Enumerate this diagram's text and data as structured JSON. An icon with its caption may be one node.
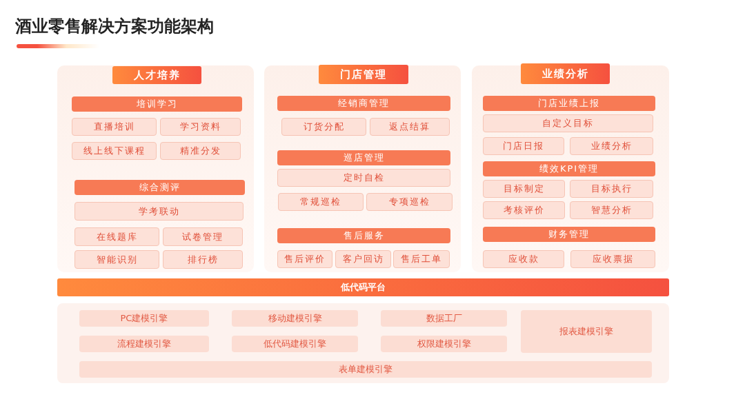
{
  "diagram": {
    "title": "酒业零售解决方案功能架构",
    "nodes": [
      {
        "text": [
          "人才培养"
        ]
      },
      {
        "text": [
          "培训学习"
        ],
        "in": 0
      },
      {
        "text": [
          "直播培训"
        ],
        "in": 0
      },
      {
        "text": [
          "学习资料"
        ],
        "in": 0
      },
      {
        "text": [
          "线上线下课程"
        ],
        "in": 0
      },
      {
        "text": [
          "精准分发"
        ],
        "in": 0
      },
      {
        "text": [
          "综合测评"
        ],
        "in": 0
      },
      {
        "text": [
          "学考联动"
        ],
        "in": 0
      },
      {
        "text": [
          "在线题库"
        ],
        "in": 0
      },
      {
        "text": [
          "试卷管理"
        ],
        "in": 0
      },
      {
        "text": [
          "智能识别"
        ],
        "in": 0
      },
      {
        "text": [
          "排行榜"
        ],
        "in": 0
      },
      {
        "text": [
          "门店管理"
        ]
      },
      {
        "text": [
          "经销商管理"
        ],
        "in": 12
      },
      {
        "text": [
          "订货分配"
        ],
        "in": 12
      },
      {
        "text": [
          "返点结算"
        ],
        "in": 12
      },
      {
        "text": [
          "巡店管理"
        ],
        "in": 12
      },
      {
        "text": [
          "定时自检"
        ],
        "in": 12
      },
      {
        "text": [
          "常规巡检"
        ],
        "in": 12
      },
      {
        "text": [
          "专项巡检"
        ],
        "in": 12
      },
      {
        "text": [
          "售后服务"
        ],
        "in": 12
      },
      {
        "text": [
          "售后评价"
        ],
        "in": 12
      },
      {
        "text": [
          "客户回访"
        ],
        "in": 12
      },
      {
        "text": [
          "售后工单"
        ],
        "in": 12
      },
      {
        "text": [
          "业绩分析"
        ]
      },
      {
        "text": [
          "门店业绩上报"
        ],
        "in": 24
      },
      {
        "text": [
          "自定义目标"
        ],
        "in": 24
      },
      {
        "text": [
          "门店日报"
        ],
        "in": 24
      },
      {
        "text": [
          "业绩分析"
        ],
        "in": 24
      },
      {
        "text": [
          "绩效KPI管理"
        ],
        "in": 24
      },
      {
        "text": [
          "目标制定"
        ],
        "in": 24
      },
      {
        "text": [
          "目标执行"
        ],
        "in": 24
      },
      {
        "text": [
          "考核评价"
        ],
        "in": 24
      },
      {
        "text": [
          "智慧分析"
        ],
        "in": 24
      },
      {
        "text": [
          "财务管理"
        ],
        "in": 24
      },
      {
        "text": [
          "应收款"
        ],
        "in": 24
      },
      {
        "text": [
          "应收票据"
        ],
        "in": 24
      },
      {
        "text": [
          "低代码平台"
        ]
      },
      {
        "text": [],
        "shape": "box"
      },
      {
        "text": [
          "PC建模引擎"
        ],
        "in": 38
      },
      {
        "text": [
          "移动建模引擎"
        ],
        "in": 38
      },
      {
        "text": [
          "数据工厂"
        ],
        "in": 38
      },
      {
        "text": [
          "报表建模引擎"
        ],
        "in": 38
      },
      {
        "text": [
          "流程建模引擎"
        ],
        "in": 38
      },
      {
        "text": [
          "低代码建模引擎"
        ],
        "in": 38
      },
      {
        "text": [
          "权限建模引擎"
        ],
        "in": 38
      },
      {
        "text": [
          "表单建模引擎"
        ],
        "in": 38
      }
    ],
    "edges": []
  }
}
